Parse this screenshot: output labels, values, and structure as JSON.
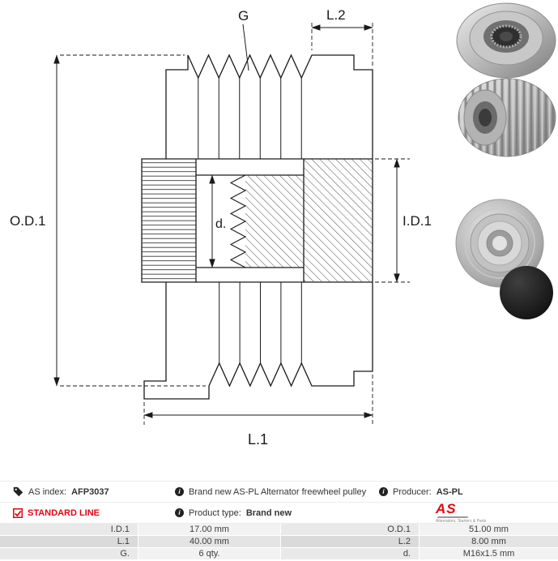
{
  "drawing": {
    "od1": "O.D.1",
    "g": "G",
    "l2": "L.2",
    "d": "d.",
    "id1": "I.D.1",
    "l1": "L.1"
  },
  "info": {
    "as_index_label": "AS index:",
    "as_index_value": "AFP3037",
    "standard_line_label": "STANDARD LINE",
    "description": "Brand new AS-PL Alternator freewheel pulley",
    "product_type_label": "Product type:",
    "product_type_value": "Brand new",
    "producer_label": "Producer:",
    "producer_value": "AS-PL",
    "info_icon_glyph": "i",
    "logo": {
      "main": "AS",
      "tagline": "Alternators, Starters & Parts"
    }
  },
  "colors": {
    "accent_red": "#e30613",
    "line_black": "#1a1a1a"
  },
  "spec_table": {
    "rows": [
      {
        "k1": "I.D.1",
        "v1": "17.00 mm",
        "k2": "O.D.1",
        "v2": "51.00 mm"
      },
      {
        "k1": "L.1",
        "v1": "40.00 mm",
        "k2": "L.2",
        "v2": "8.00 mm"
      },
      {
        "k1": "G.",
        "v1": "6 qty.",
        "k2": "d.",
        "v2": "M16x1.5 mm"
      }
    ]
  }
}
